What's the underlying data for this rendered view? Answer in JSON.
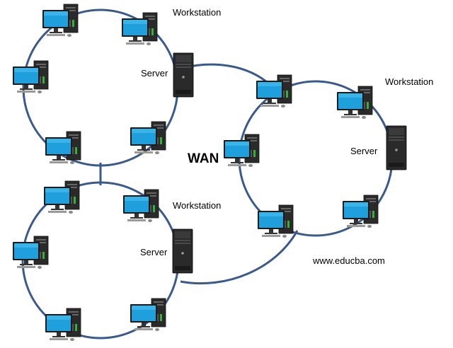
{
  "colors": {
    "link": "#3a5a8c",
    "monitor_bezel": "#1c1c1c",
    "screen": "#1fa0dd",
    "tower": "#2a2a2a"
  },
  "labels": {
    "wan": "WAN",
    "watermark": "www.educba.com",
    "ring_tl": {
      "workstation": "Workstation",
      "server": "Server"
    },
    "ring_bl": {
      "workstation": "Workstation",
      "server": "Server"
    },
    "ring_r": {
      "workstation": "Workstation",
      "server": "Server"
    }
  },
  "icons": {
    "workstation": "workstation-icon",
    "server": "server-tower-icon"
  },
  "rings": [
    {
      "id": "ring-top-left",
      "nodes": [
        "workstation",
        "workstation",
        "server",
        "workstation",
        "workstation",
        "workstation"
      ]
    },
    {
      "id": "ring-bottom-left",
      "nodes": [
        "workstation",
        "workstation",
        "server",
        "workstation",
        "workstation",
        "workstation"
      ]
    },
    {
      "id": "ring-right",
      "nodes": [
        "workstation",
        "workstation",
        "server",
        "workstation",
        "workstation",
        "workstation"
      ]
    }
  ]
}
